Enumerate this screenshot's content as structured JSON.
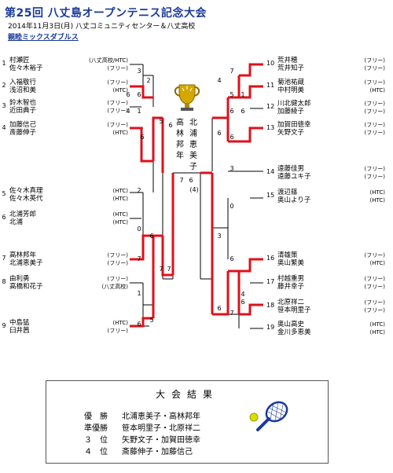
{
  "header": {
    "title": "第25回 八丈島オープンテニス記念大会",
    "subtitle": "2014年11月3日(月)  八丈コミュニティセンター＆八丈高校",
    "category": "親睦ミックスダブルス"
  },
  "left_entries": [
    {
      "num": "1",
      "p1": "村瀬匠",
      "a1": "(八丈高校/HTC)",
      "p2": "佐々木裕子",
      "a2": "(フリー)"
    },
    {
      "num": "2",
      "p1": "入福敬行",
      "a1": "(フリー)",
      "p2": "浅沼和美",
      "a2": "(HTC)"
    },
    {
      "num": "3",
      "p1": "鈴木智也",
      "a1": "(フリー)",
      "p2": "近田典子",
      "a2": "(フリー)"
    },
    {
      "num": "4",
      "p1": "加藤信己",
      "a1": "(フリー)",
      "p2": "斎藤伸子",
      "a2": "(HTC)"
    },
    {
      "num": "5",
      "p1": "佐々木真理",
      "a1": "(HTC)",
      "p2": "佐々木英代",
      "a2": "(HTC)"
    },
    {
      "num": "6",
      "p1": "北浦芳郎",
      "a1": "(HTC)",
      "p2": "北浦",
      "a2": "(HTC)"
    },
    {
      "num": "7",
      "p1": "高林邦年",
      "a1": "(フリー)",
      "p2": "北浦恵美子",
      "a2": "(フリー)"
    },
    {
      "num": "8",
      "p1": "由利勇",
      "a1": "(フリー)",
      "p2": "高橋和花子",
      "a2": "(八丈高校)"
    },
    {
      "num": "9",
      "p1": "中島猛",
      "a1": "(HTC)",
      "p2": "臼井茜",
      "a2": "(フリー)"
    }
  ],
  "right_entries": [
    {
      "num": "10",
      "p1": "荒井穂",
      "a1": "(フリー)",
      "p2": "荒井知子",
      "a2": "(フリー)"
    },
    {
      "num": "11",
      "p1": "菊池祐蔵",
      "a1": "(フリー)",
      "p2": "中村明美",
      "a2": "(HTC)"
    },
    {
      "num": "12",
      "p1": "川北健太郎",
      "a1": "(フリー)",
      "p2": "加藤綾子",
      "a2": "(フリー)"
    },
    {
      "num": "13",
      "p1": "加賀田徳幸",
      "a1": "(フリー)",
      "p2": "矢野文子",
      "a2": "(フリー)"
    },
    {
      "num": "14",
      "p1": "遠藤佳男",
      "a1": "(フリー)",
      "p2": "遠藤ユキ子",
      "a2": "(フリー)"
    },
    {
      "num": "15",
      "p1": "渡辺篠",
      "a1": "(HTC)",
      "p2": "奥山より子",
      "a2": "(HTC)"
    },
    {
      "num": "16",
      "p1": "清雄策",
      "a1": "(フリー)",
      "p2": "奥山繁美",
      "a2": "(HTC)"
    },
    {
      "num": "17",
      "p1": "村越重男",
      "a1": "(フリー)",
      "p2": "藤井幸子",
      "a2": "(フリー)"
    },
    {
      "num": "18",
      "p1": "北原祥二",
      "a1": "(フリー)",
      "p2": "笹本明里子",
      "a2": "(フリー)"
    },
    {
      "num": "19",
      "p1": "奥山高史",
      "a1": "(HTC)",
      "p2": "金川多恵美",
      "a2": "(HTC)"
    }
  ],
  "scores_left": [
    "3",
    "2",
    "6",
    "6",
    "4",
    "1",
    "6",
    "5",
    "2",
    "0",
    "6",
    "7",
    "1",
    "5",
    "6",
    "7",
    "6",
    "7"
  ],
  "scores_right": [
    "7",
    "4",
    "5",
    "1",
    "6",
    "6",
    "6",
    "3",
    "0",
    "3",
    "6",
    "4",
    "6",
    "7",
    "6",
    "6"
  ],
  "champion": {
    "col1": [
      "高",
      "林",
      "邦",
      "年"
    ],
    "col2": [
      "北",
      "浦",
      "恵",
      "美",
      "子"
    ],
    "final_left": "7",
    "final_right": "6",
    "final_tb": "(4)"
  },
  "results": {
    "title": "大会結果",
    "rows": [
      {
        "rank": "優　勝",
        "names": "北浦恵美子・高林邦年"
      },
      {
        "rank": "準優勝",
        "names": "笹本明里子・北原祥二"
      },
      {
        "rank": "３　位",
        "names": "矢野文子・加賀田徳幸"
      },
      {
        "rank": "４　位",
        "names": "斎藤伸子・加藤信己"
      }
    ]
  },
  "colors": {
    "title": "#1a3a9a",
    "winner_line": "#e0101a",
    "line": "#000000",
    "trophy": "#c8a000"
  }
}
